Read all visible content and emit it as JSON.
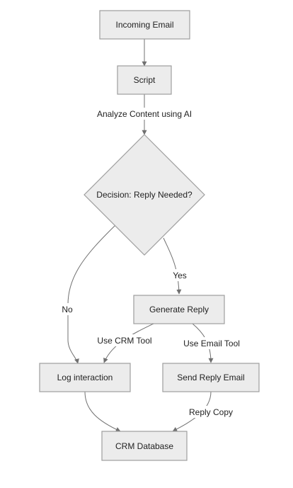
{
  "nodes": {
    "incoming_email": "Incoming Email",
    "script": "Script",
    "decision": "Decision: Reply Needed?",
    "generate_reply": "Generate Reply",
    "log_interaction": "Log interaction",
    "send_reply_email": "Send Reply Email",
    "crm_database": "CRM Database"
  },
  "edges": {
    "analyze_content": "Analyze Content using AI",
    "yes": "Yes",
    "no": "No",
    "use_crm_tool": "Use CRM Tool",
    "use_email_tool": "Use Email Tool",
    "reply_copy": "Reply Copy"
  },
  "colors": {
    "node_fill": "#ececec",
    "node_stroke": "#9e9e9e",
    "edge_stroke": "#707070",
    "text": "#222222"
  }
}
